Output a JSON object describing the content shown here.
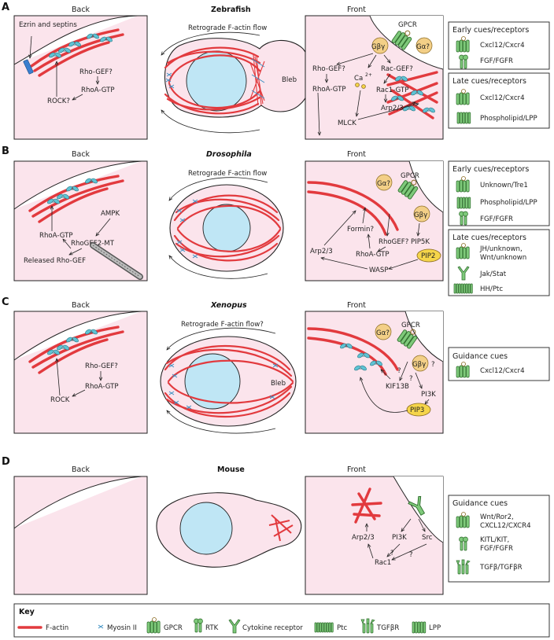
{
  "panels": [
    {
      "letter": "A",
      "back_title": "Back",
      "organism": "Zebrafish",
      "front_title": "Front",
      "flow_label": "Retrograde F-actin flow",
      "bleb_label": "Bleb",
      "back_labels": {
        "ezrin": "Ezrin and septins",
        "rhogef": "Rho-GEF?",
        "rhoa": "RhoA-GTP",
        "rock": "ROCK?"
      },
      "front_labels": {
        "gpcr": "GPCR",
        "gbg": "Gβγ",
        "ga": "Gα?",
        "rhogef": "Rho-GEF?",
        "rhoa": "RhoA-GTP",
        "ca": "Ca",
        "ca_sup": "2+",
        "racgef": "Rac-GEF?",
        "rac1": "Rac1-GTP",
        "arp": "Arp2/3",
        "mlck": "MLCK"
      },
      "receptor_groups": [
        {
          "title": "Early cues/receptors",
          "items": [
            "Cxcl12/Cxcr4",
            "FGF/FGFR"
          ]
        },
        {
          "title": "Late cues/receptors",
          "items": [
            "Cxcl12/Cxcr4",
            "Phospholipid/LPP"
          ]
        }
      ]
    },
    {
      "letter": "B",
      "back_title": "Back",
      "organism": "Drosophila",
      "front_title": "Front",
      "flow_label": "Retrograde F-actin flow",
      "back_labels": {
        "rhoa": "RhoA-GTP",
        "ampk": "AMPK",
        "rhogef2": "RhoGEF2-MT",
        "released": "Released Rho-GEF"
      },
      "front_labels": {
        "gpcr": "GPCR",
        "ga": "Gα?",
        "gbg": "Gβγ",
        "formin": "Formin?",
        "rhogef": "RhoGEF?",
        "pip5k": "PIP5K",
        "pip2": "PIP2",
        "arp": "Arp2/3",
        "rhoa": "RhoA-GTP",
        "wasp": "WASP"
      },
      "receptor_groups": [
        {
          "title": "Early cues/receptors",
          "items": [
            "Unknown/Tre1",
            "Phospholipid/LPP",
            "FGF/FGFR"
          ]
        },
        {
          "title": "Late cues/receptors",
          "items": [
            "JH/unknown,",
            "Wnt/unknown",
            "Jak/Stat",
            "HH/Ptc"
          ]
        }
      ]
    },
    {
      "letter": "C",
      "back_title": "Back",
      "organism": "Xenopus",
      "front_title": "Front",
      "flow_label": "Retrograde F-actin flow?",
      "bleb_label": "Bleb",
      "back_labels": {
        "rhogef": "Rho-GEF?",
        "rhoa": "RhoA-GTP",
        "rock": "ROCK"
      },
      "front_labels": {
        "gpcr": "GPCR",
        "ga": "Gα?",
        "gbg": "Gβγ",
        "q1": "?",
        "q2": "?",
        "q3": "?",
        "kif": "KIF13B",
        "pi3k": "PI3K",
        "pip3": "PIP3"
      },
      "receptor_groups": [
        {
          "title": "Guidance cues",
          "items": [
            "Cxcl12/Cxcr4"
          ]
        }
      ]
    },
    {
      "letter": "D",
      "back_title": "Back",
      "organism": "Mouse",
      "front_title": "Front",
      "front_labels": {
        "arp": "Arp2/3",
        "pi3k": "PI3K",
        "src": "Src",
        "q1": "?",
        "q2": "?",
        "rac1": "Rac1"
      },
      "receptor_groups": [
        {
          "title": "Guidance cues",
          "items": [
            "Wnt/Ror2,",
            "CXCL12/CXCR4",
            "KITL/KIT,",
            "FGF/FGFR",
            "TGFβ/TGFβR"
          ]
        }
      ]
    }
  ],
  "key": {
    "title": "Key",
    "items": [
      "F-actin",
      "Myosin II",
      "GPCR",
      "RTK",
      "Cytokine receptor",
      "Ptc",
      "TGFβR",
      "LPP"
    ]
  },
  "colors": {
    "factin": "#e23a3e",
    "myosin": "#5fc3d4",
    "receptor": "#7ec97a",
    "cell": "#fbe4ec",
    "nucleus": "#bfe6f5"
  }
}
